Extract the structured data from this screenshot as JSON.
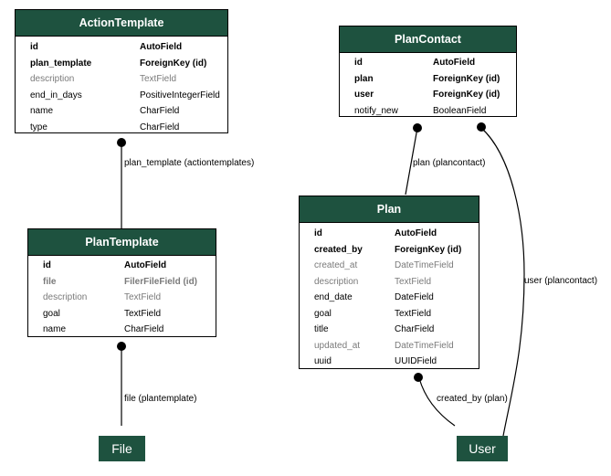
{
  "models": {
    "action_template": {
      "title": "ActionTemplate",
      "fields": [
        {
          "name": "id",
          "type": "AutoField",
          "style": "bold"
        },
        {
          "name": "plan_template",
          "type": "ForeignKey (id)",
          "style": "bold"
        },
        {
          "name": "description",
          "type": "TextField",
          "style": "gray"
        },
        {
          "name": "end_in_days",
          "type": "PositiveIntegerField",
          "style": "normal"
        },
        {
          "name": "name",
          "type": "CharField",
          "style": "normal"
        },
        {
          "name": "type",
          "type": "CharField",
          "style": "normal"
        }
      ]
    },
    "plan_contact": {
      "title": "PlanContact",
      "fields": [
        {
          "name": "id",
          "type": "AutoField",
          "style": "bold"
        },
        {
          "name": "plan",
          "type": "ForeignKey (id)",
          "style": "bold"
        },
        {
          "name": "user",
          "type": "ForeignKey (id)",
          "style": "bold"
        },
        {
          "name": "notify_new",
          "type": "BooleanField",
          "style": "normal"
        }
      ]
    },
    "plan_template": {
      "title": "PlanTemplate",
      "fields": [
        {
          "name": "id",
          "type": "AutoField",
          "style": "bold"
        },
        {
          "name": "file",
          "type": "FilerFileField (id)",
          "style": "bold-gray"
        },
        {
          "name": "description",
          "type": "TextField",
          "style": "gray"
        },
        {
          "name": "goal",
          "type": "TextField",
          "style": "normal"
        },
        {
          "name": "name",
          "type": "CharField",
          "style": "normal"
        }
      ]
    },
    "plan": {
      "title": "Plan",
      "fields": [
        {
          "name": "id",
          "type": "AutoField",
          "style": "bold"
        },
        {
          "name": "created_by",
          "type": "ForeignKey (id)",
          "style": "bold"
        },
        {
          "name": "created_at",
          "type": "DateTimeField",
          "style": "gray"
        },
        {
          "name": "description",
          "type": "TextField",
          "style": "gray"
        },
        {
          "name": "end_date",
          "type": "DateField",
          "style": "normal"
        },
        {
          "name": "goal",
          "type": "TextField",
          "style": "normal"
        },
        {
          "name": "title",
          "type": "CharField",
          "style": "normal"
        },
        {
          "name": "updated_at",
          "type": "DateTimeField",
          "style": "gray"
        },
        {
          "name": "uuid",
          "type": "UUIDField",
          "style": "normal"
        }
      ]
    }
  },
  "external_models": {
    "file": "File",
    "user": "User"
  },
  "relations": {
    "actiontemplates": "plan_template (actiontemplates)",
    "plantemplate_file": "file (plantemplate)",
    "plancontact_plan": "plan (plancontact)",
    "plancontact_user": "user (plancontact)",
    "plan_created_by": "created_by (plan)"
  },
  "colors": {
    "header": "#1e523f",
    "border": "#000000",
    "muted_text": "#7a7a7a"
  }
}
